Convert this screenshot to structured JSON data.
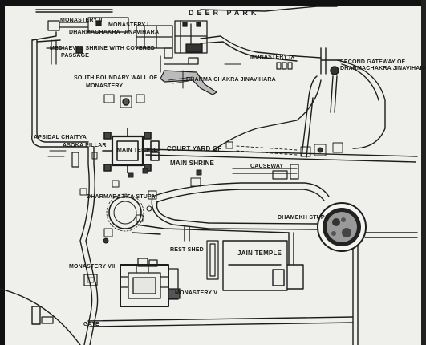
{
  "labels": {
    "deer_park": "DEER PARK",
    "monastery_ii": "MONASTERY II",
    "monastery_i": "MONASTERY I",
    "dharmachakra_jinavihara_north": "DHARMACHAKRA–JINAVIHARA",
    "medieval_shrine": "MEDIAEVAL SHRINE WITH COVERED",
    "passage": "PASSAGE",
    "south_boundary_wall": "SOUTH BOUNDARY WALL OF",
    "monastery_lower": "MONASTERY",
    "dharma_chakra_jinavihara": "DHARMA CHAKRA JINAVIHARA",
    "monastery_ix": "MONASTERY IX",
    "second_gateway": "SECOND GATEWAY OF",
    "second_gateway_sub": "DHARMACHAKRA JINAVIHARA",
    "apsidal_chaitya": "APSIDAL CHAITYA",
    "asoka_pillar": "ASOKA PILLAR",
    "main_temple": "MAIN TEMPLE",
    "court_yard": "COURT YARD OF",
    "main_shrine": "MAIN SHRINE",
    "causeway": "CAUSEWAY",
    "dharmarajika_stupa": "DHARMARAJIKA STUPA",
    "dhamekh_stupa": "DHAMEKH STUPA",
    "rest_shed": "REST SHED",
    "jain_temple": "JAIN TEMPLE",
    "monastery_vii": "MONASTERY VII",
    "monastery_v": "MONASTERY V",
    "gate": "GATE"
  }
}
